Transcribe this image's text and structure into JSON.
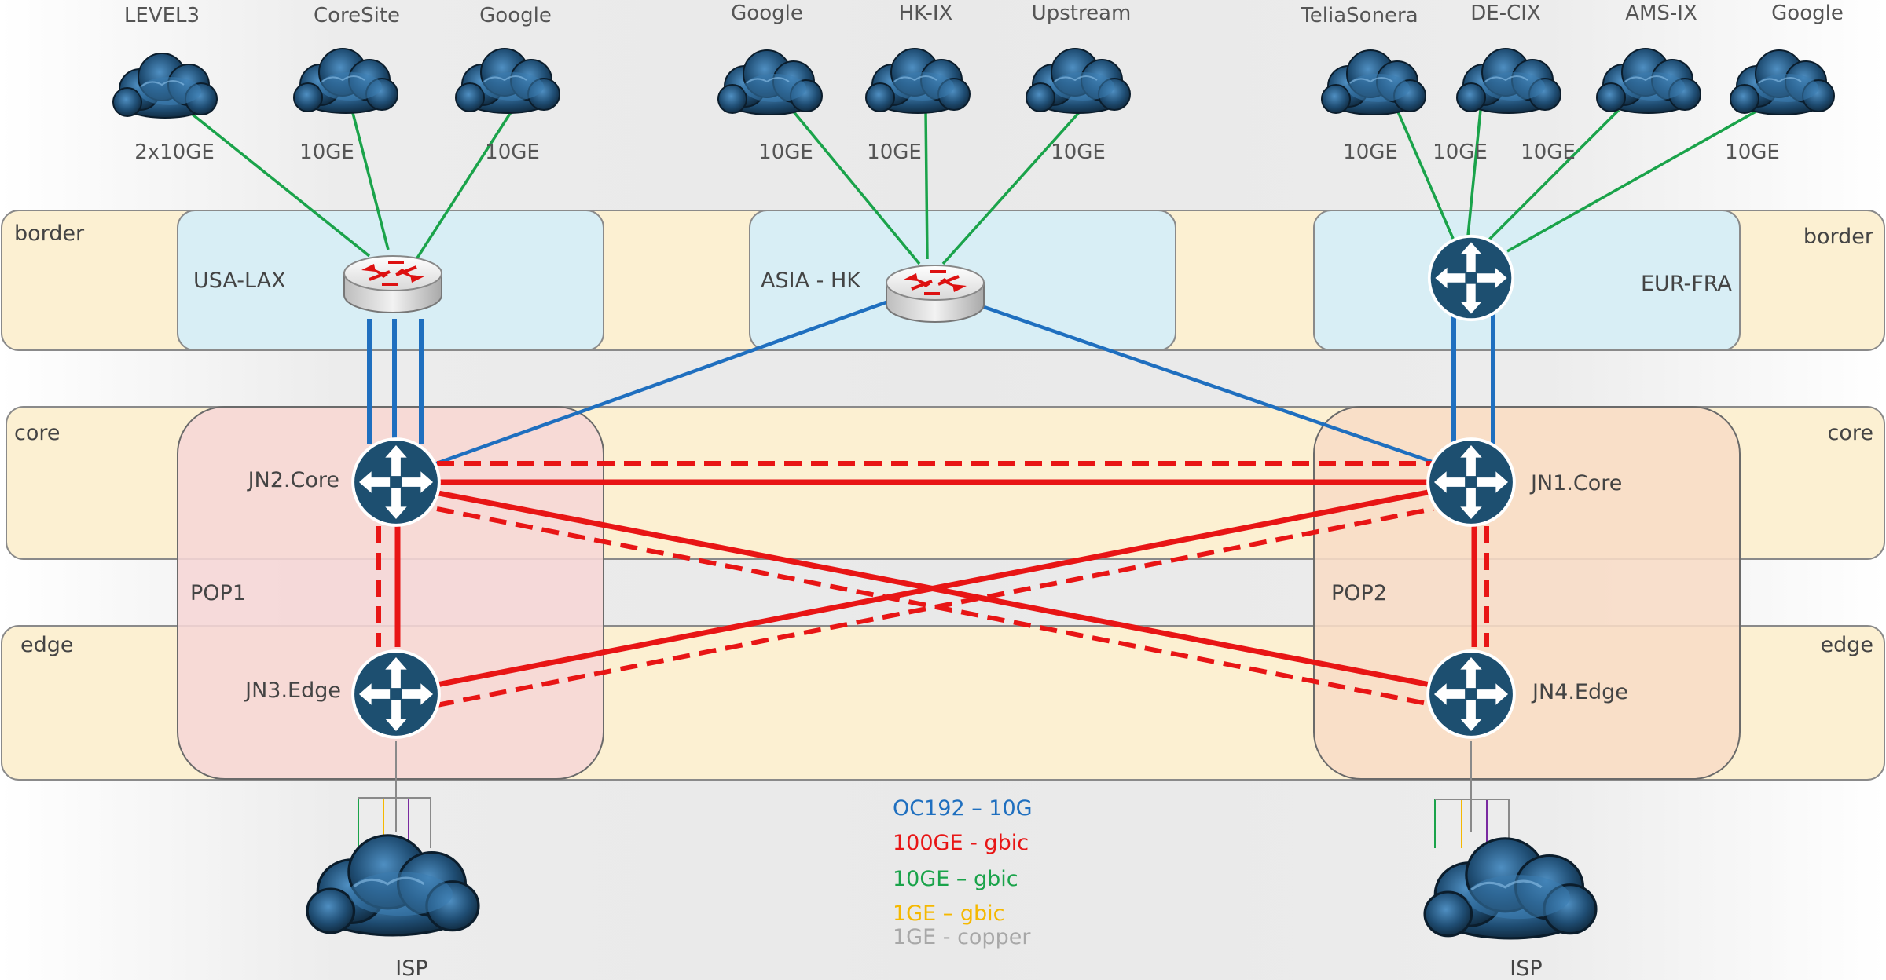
{
  "providers": {
    "usa": [
      {
        "name": "LEVEL3",
        "link": "2x10GE"
      },
      {
        "name": "CoreSite",
        "link": "10GE"
      },
      {
        "name": "Google",
        "link": "10GE"
      }
    ],
    "asia": [
      {
        "name": "Google",
        "link": "10GE"
      },
      {
        "name": "HK-IX",
        "link": "10GE"
      },
      {
        "name": "Upstream",
        "link": "10GE"
      }
    ],
    "eur": [
      {
        "name": "TeliaSonera",
        "link": "10GE"
      },
      {
        "name": "DE-CIX",
        "link": "10GE"
      },
      {
        "name": "AMS-IX",
        "link": "10GE"
      },
      {
        "name": "Google",
        "link": "10GE"
      }
    ]
  },
  "layers": {
    "border_left": "border",
    "border_right": "border",
    "core_left": "core",
    "core_right": "core",
    "edge_left": "edge",
    "edge_right": "edge"
  },
  "sites": {
    "usa": "USA-LAX",
    "asia": "ASIA - HK",
    "eur": "EUR-FRA",
    "pop1": "POP1",
    "pop2": "POP2"
  },
  "nodes": {
    "jn2": "JN2.Core",
    "jn1": "JN1.Core",
    "jn3": "JN3.Edge",
    "jn4": "JN4.Edge"
  },
  "isp": {
    "left": "ISP",
    "right": "ISP"
  },
  "legend": [
    {
      "text": "OC192 – 10G",
      "color": "#1f6fbf"
    },
    {
      "text": "100GE - gbic",
      "color": "#e81515"
    },
    {
      "text": "10GE – gbic",
      "color": "#1aa34a"
    },
    {
      "text": "1GE – gbic",
      "color": "#f5b800"
    },
    {
      "text": "1GE - copper",
      "color": "#a8a8a8"
    }
  ],
  "colors": {
    "oc192": "#1f6fbf",
    "gbic100": "#e81515",
    "gbic10": "#1aa34a",
    "gbic1": "#f5b800",
    "copper": "#a8a8a8",
    "purple": "#7a2aa0",
    "band": "#fcf0d2",
    "site": "#d8eef5",
    "pop1": "#f6d6d6",
    "pop2": "#f8dcc6",
    "juniper": "#1d4f70"
  }
}
